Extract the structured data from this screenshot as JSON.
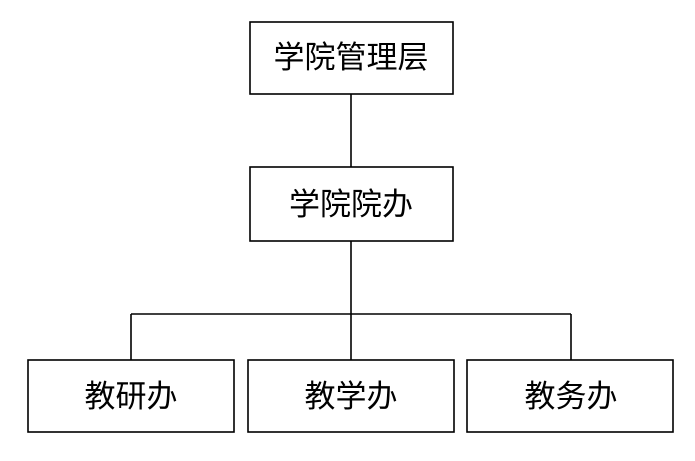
{
  "diagram": {
    "type": "org-chart",
    "root": {
      "label": "学院管理层"
    },
    "middle": {
      "label": "学院院办"
    },
    "children": [
      {
        "label": "教研办"
      },
      {
        "label": "教学办"
      },
      {
        "label": "教务办"
      }
    ]
  }
}
